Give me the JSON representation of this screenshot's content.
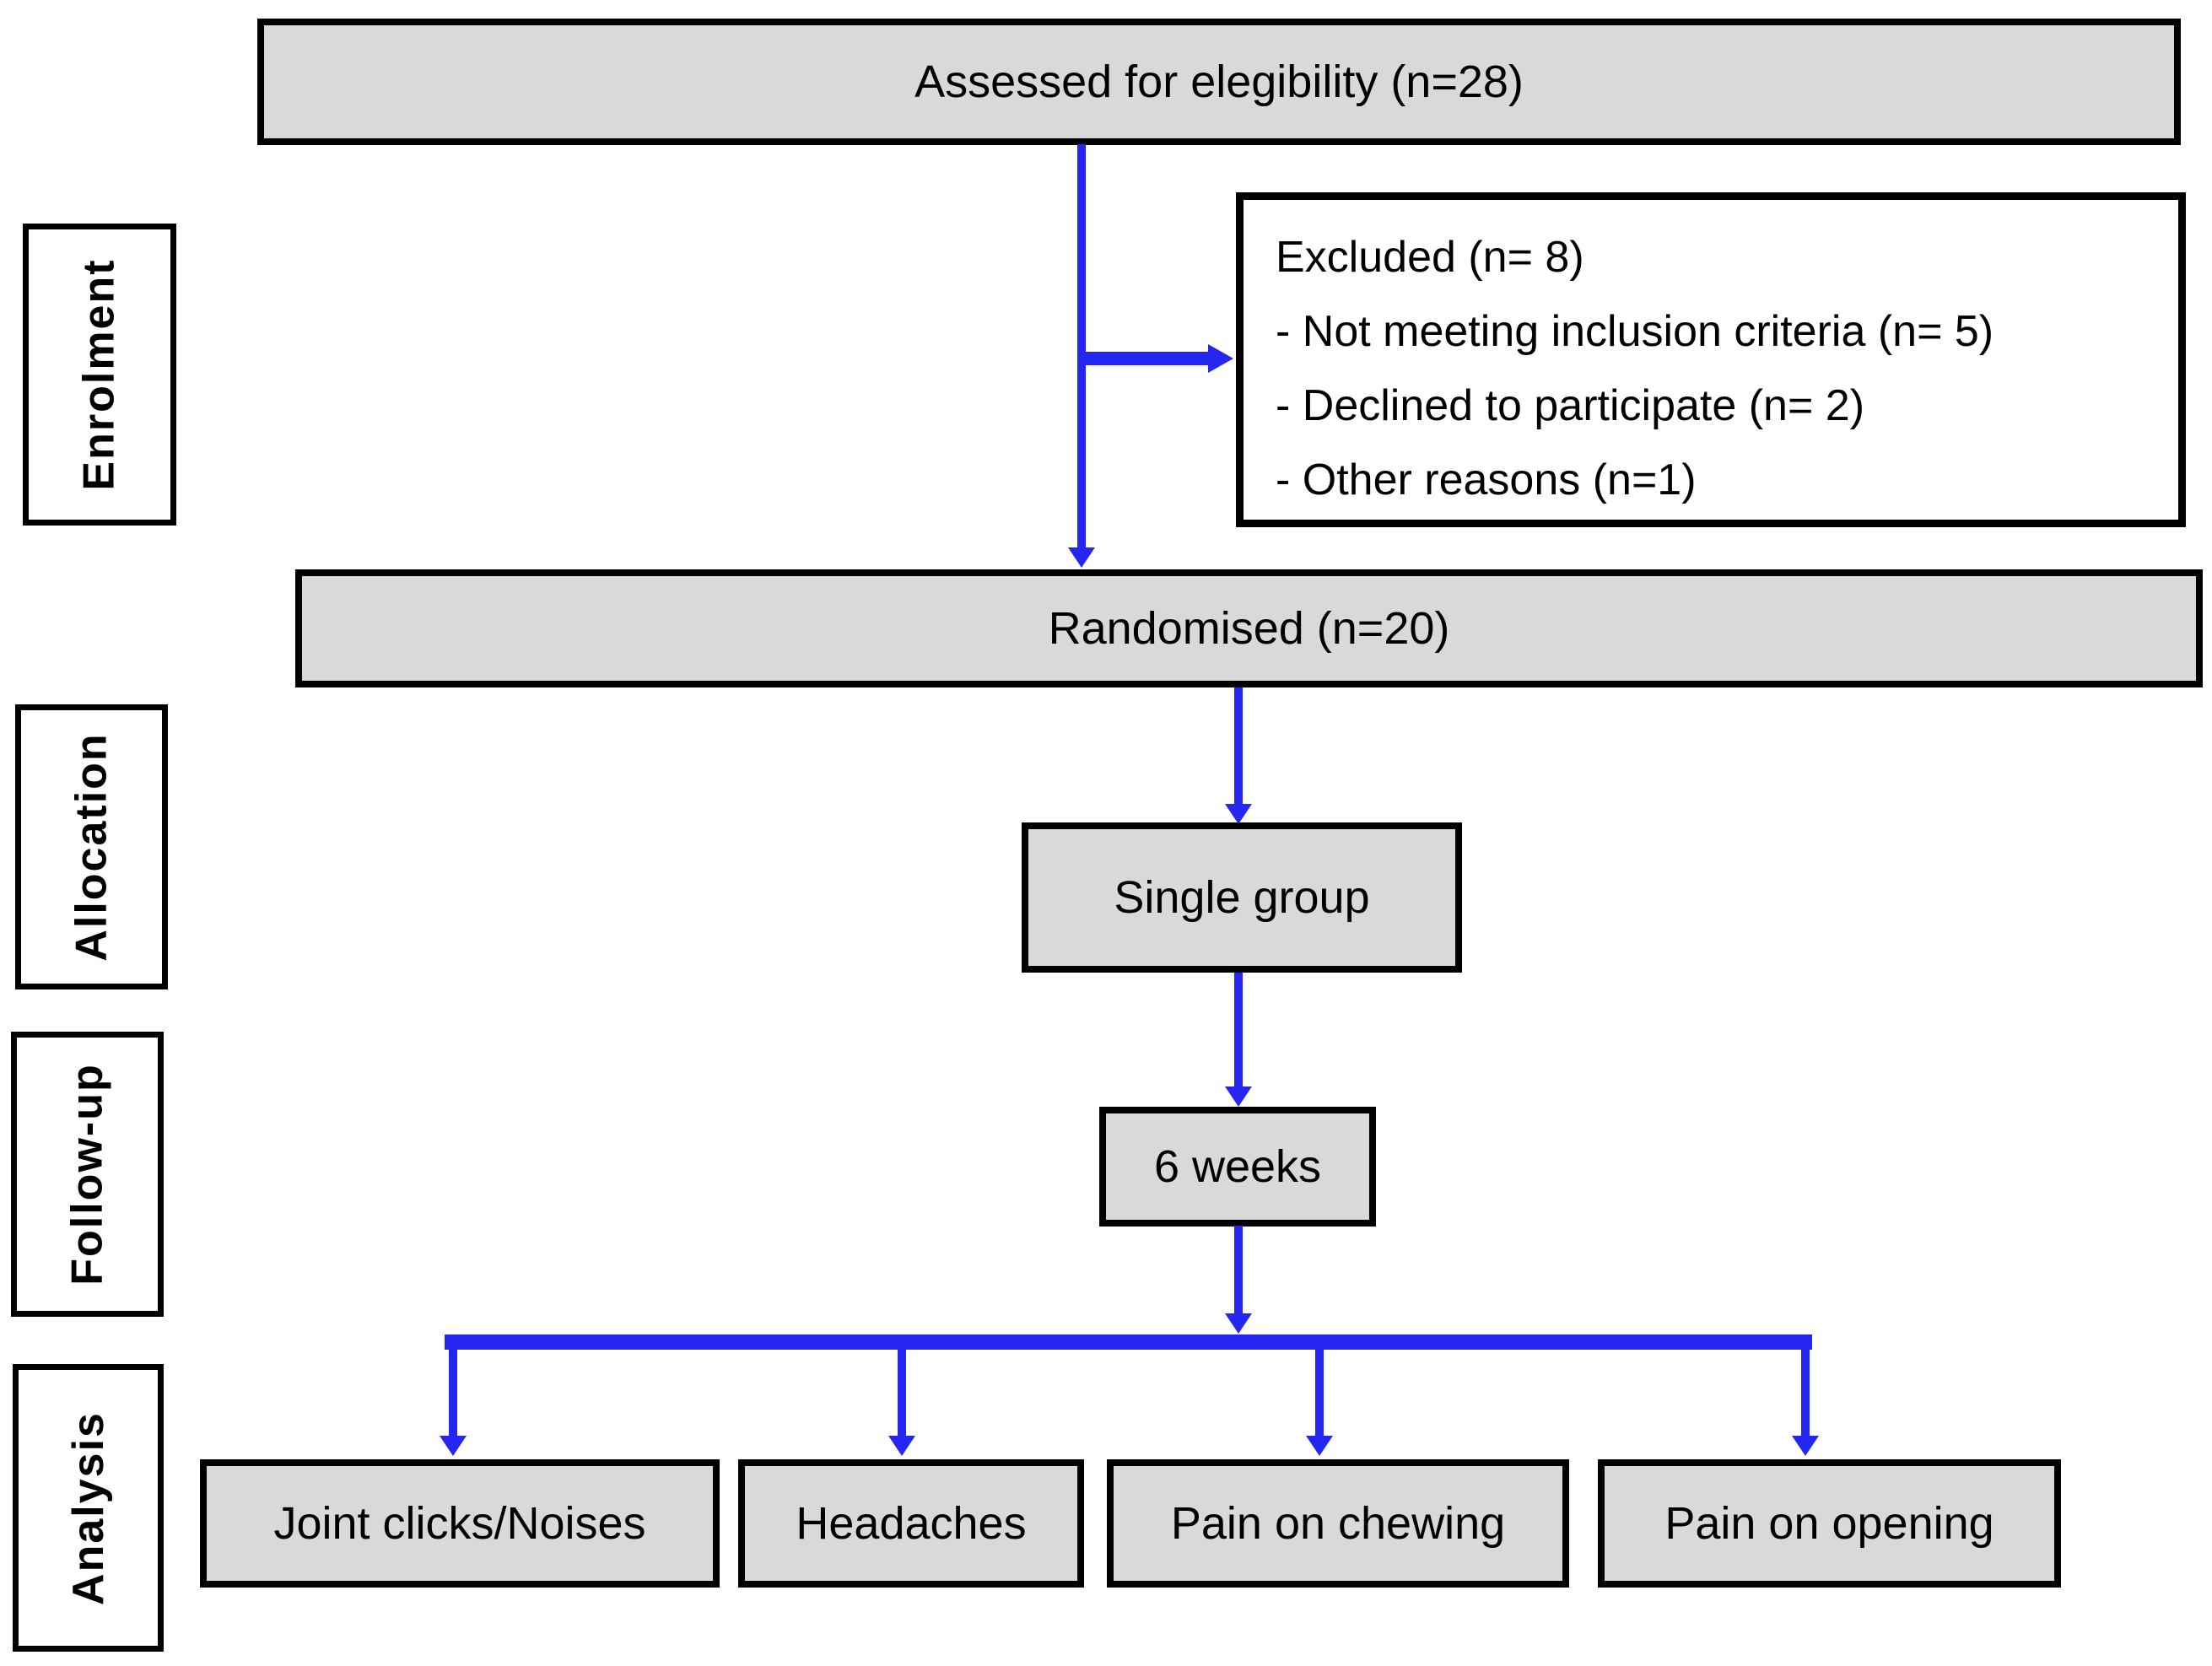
{
  "colors": {
    "box_fill": "#d9d9d9",
    "box_border": "#000000",
    "label_fill": "#ffffff",
    "arrow": "#2626f2",
    "text": "#000000",
    "page_bg": "#ffffff"
  },
  "flow": {
    "assessed": "Assessed for elegibility (n=28)",
    "randomised": "Randomised (n=20)",
    "single_group": "Single group",
    "follow_up_duration": "6 weeks",
    "excluded": {
      "title": "Excluded (n= 8)",
      "reasons": [
        "- Not meeting inclusion criteria (n= 5)",
        "- Declined to participate (n= 2)",
        "- Other reasons (n=1)"
      ]
    },
    "outcomes": [
      "Joint clicks/Noises",
      "Headaches",
      "Pain on chewing",
      "Pain on opening"
    ]
  },
  "stages": [
    "Enrolment",
    "Allocation",
    "Follow-up",
    "Analysis"
  ]
}
